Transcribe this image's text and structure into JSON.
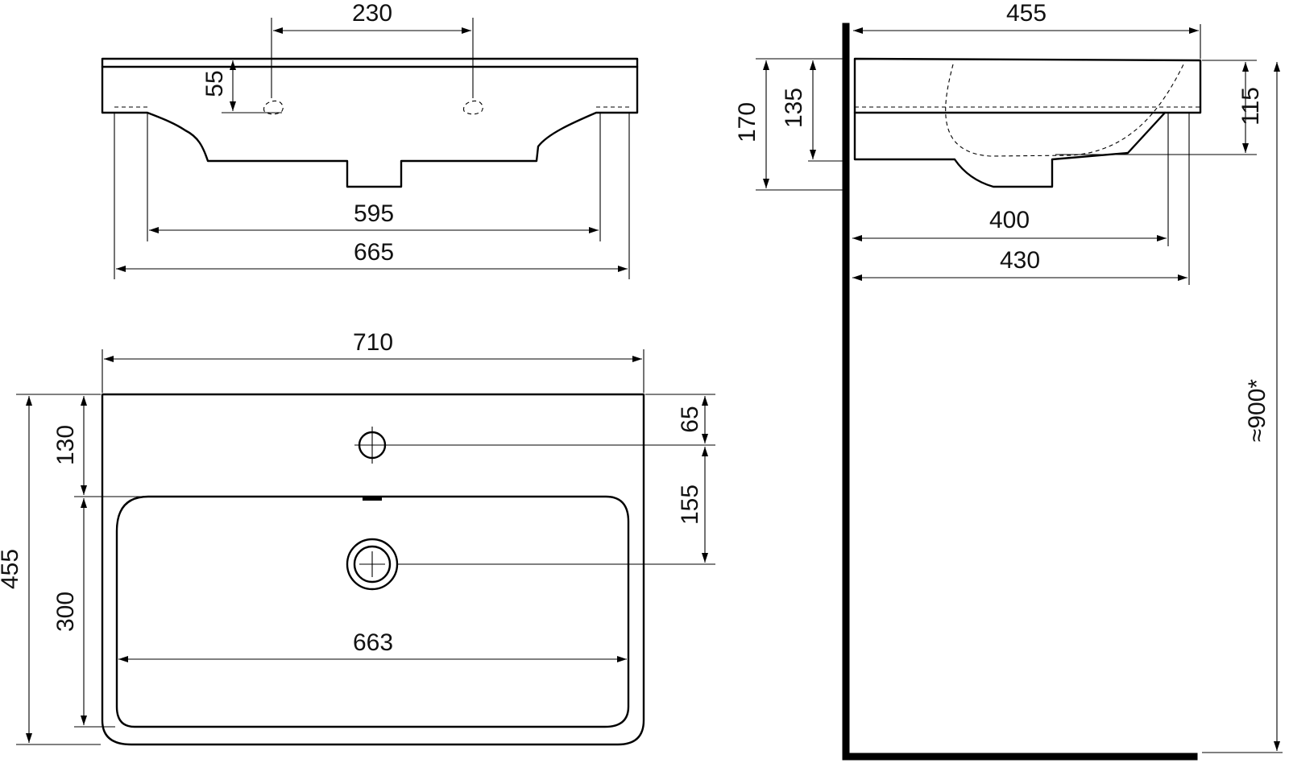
{
  "drawing": {
    "front_view": {
      "tap_spacing": "230",
      "overflow_depth": "55",
      "outer_bracket_width": "665",
      "inner_bracket_width": "595"
    },
    "side_view": {
      "depth": "455",
      "total_height": "170",
      "bowl_height": "135",
      "rim_to_drain": "115",
      "projection_400": "400",
      "projection_430": "430",
      "mounting_height": "≈900*"
    },
    "top_view": {
      "width": "710",
      "depth": "455",
      "tap_hole_offset": "130",
      "bowl_depth": "300",
      "bowl_width": "663",
      "tap_from_back": "65",
      "tap_to_drain": "155"
    }
  }
}
